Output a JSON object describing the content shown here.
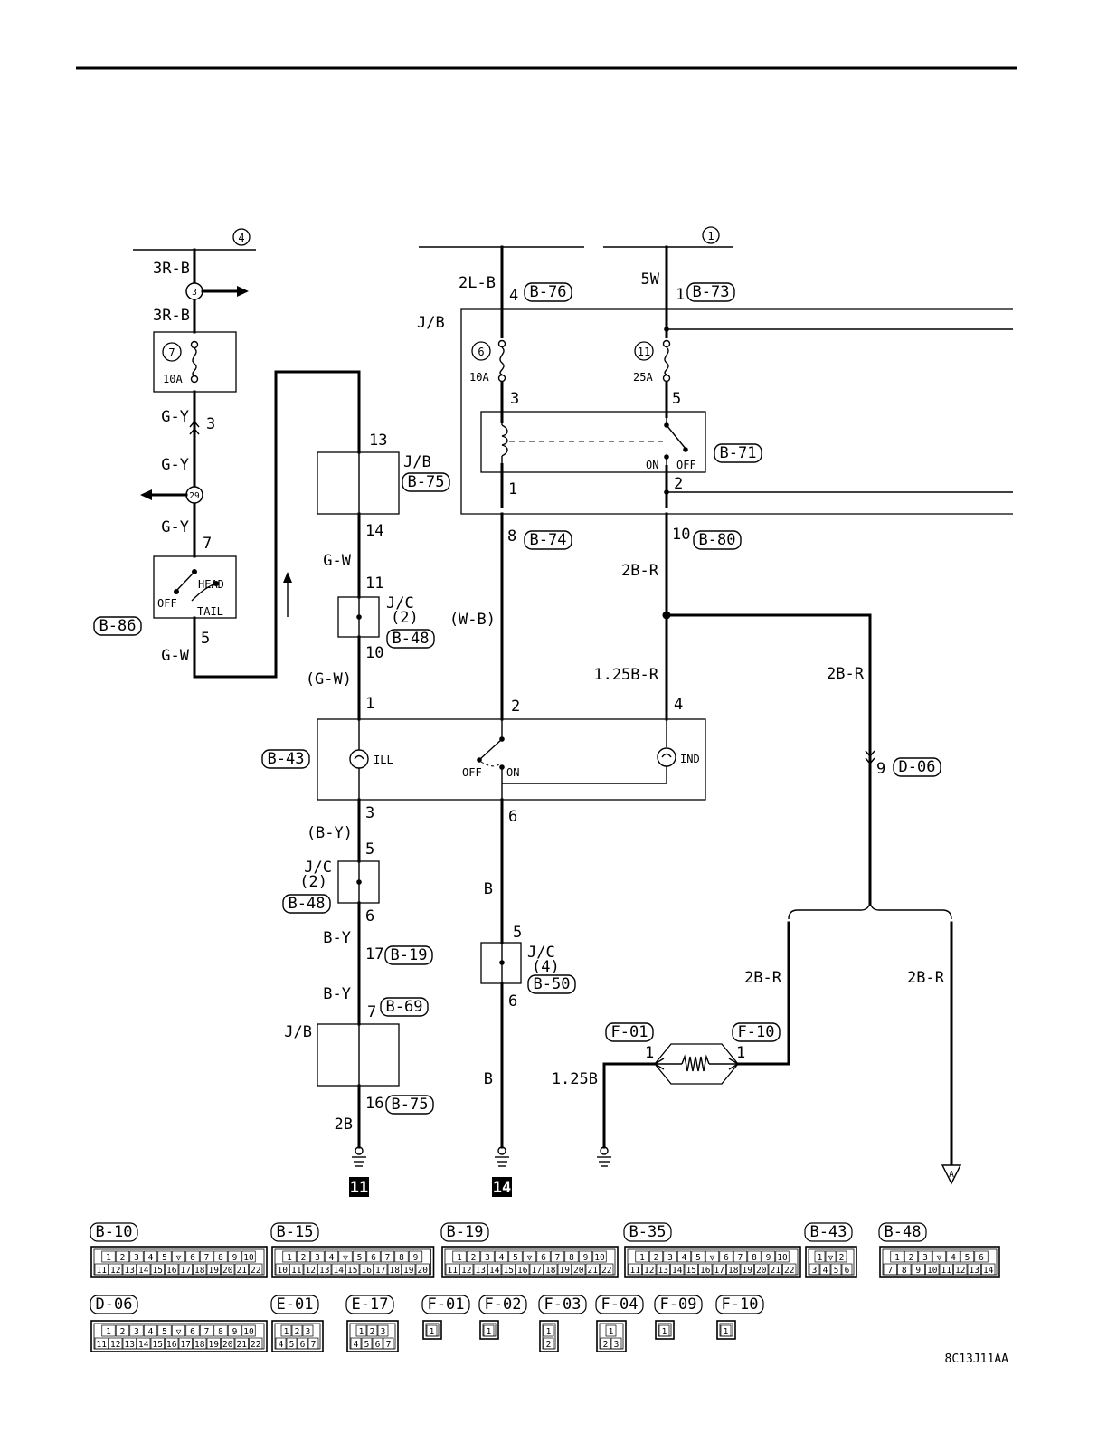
{
  "footer_code": "8C13J11AA",
  "wires": {
    "w1": "3R-B",
    "w2": "3R-B",
    "w3": "G-Y",
    "w4": "G-Y",
    "w5": "G-Y",
    "w6": "G-W",
    "w7": "2L-B",
    "w8": "5W",
    "w9": "G-W",
    "w10": "(G-W)",
    "w11": "(W-B)",
    "w12": "2B-R",
    "w13": "1.25B-R",
    "w14": "2B-R",
    "w15": "(B-Y)",
    "w16": "B-Y",
    "w17": "B-Y",
    "w18": "2B",
    "w19": "B",
    "w20": "B",
    "w21": "2B-R",
    "w22": "2B-R",
    "w23": "1.25B"
  },
  "connectors": {
    "b15": "B-15",
    "b86": "B-86",
    "b76": "B-76",
    "b73": "B-73",
    "b75a": "B-75",
    "b71": "B-71",
    "b74": "B-74",
    "b80": "B-80",
    "b48a": "B-48",
    "b43": "B-43",
    "d06": "D-06",
    "b48b": "B-48",
    "b19": "B-19",
    "b50": "B-50",
    "b69": "B-69",
    "b75b": "B-75",
    "f01": "F-01",
    "f10": "F-10"
  },
  "pins": {
    "p1": "3",
    "p2": "7",
    "p3": "5",
    "p4": "4",
    "p5": "1",
    "p6": "13",
    "p7": "14",
    "p8": "3",
    "p9": "5",
    "p10": "1",
    "p11": "2",
    "p12": "8",
    "p13": "10",
    "p14": "11",
    "p15": "10",
    "p16": "1",
    "p17": "2",
    "p18": "4",
    "p19": "3",
    "p20": "6",
    "p21": "9",
    "p22": "5",
    "p23": "6",
    "p24": "17",
    "p25": "7",
    "p26": "16",
    "p27": "5",
    "p28": "6",
    "p29": "1",
    "p30": "1"
  },
  "circles": {
    "c4": "4",
    "c1": "1",
    "c3": "3",
    "c29": "29",
    "c7": "7",
    "c6": "6",
    "c11": "11"
  },
  "fuses": {
    "f1": "10A",
    "f2": "10A",
    "f3": "25A"
  },
  "labels": {
    "jb1": "J/B",
    "jb2": "J/B",
    "jb3": "J/B",
    "jc2a": "J/C",
    "jc2a_n": "(2)",
    "jc2b": "J/C",
    "jc2b_n": "(2)",
    "jc4": "J/C",
    "jc4_n": "(4)",
    "head": "HEAD",
    "off_sw": "OFF",
    "tail": "TAIL",
    "relay_on": "ON",
    "relay_off": "OFF",
    "ill": "ILL",
    "ind": "IND",
    "sw_off": "OFF",
    "sw_on": "ON"
  },
  "grounds": {
    "g11": "11",
    "g14": "14"
  },
  "arrow_a": "A",
  "legend": {
    "row1": [
      {
        "tag": "B-10",
        "top": [
          "1",
          "2",
          "3",
          "4",
          "5",
          "▽",
          "6",
          "7",
          "8",
          "9",
          "10"
        ],
        "bot": [
          "11",
          "12",
          "13",
          "14",
          "15",
          "16",
          "17",
          "18",
          "19",
          "20",
          "21",
          "22"
        ]
      },
      {
        "tag": "B-15",
        "top": [
          "1",
          "2",
          "3",
          "4",
          "▽",
          "5",
          "6",
          "7",
          "8",
          "9"
        ],
        "bot": [
          "10",
          "11",
          "12",
          "13",
          "14",
          "15",
          "16",
          "17",
          "18",
          "19",
          "20"
        ]
      },
      {
        "tag": "B-19",
        "top": [
          "1",
          "2",
          "3",
          "4",
          "5",
          "▽",
          "6",
          "7",
          "8",
          "9",
          "10"
        ],
        "bot": [
          "11",
          "12",
          "13",
          "14",
          "15",
          "16",
          "17",
          "18",
          "19",
          "20",
          "21",
          "22"
        ]
      },
      {
        "tag": "B-35",
        "top": [
          "1",
          "2",
          "3",
          "4",
          "5",
          "▽",
          "6",
          "7",
          "8",
          "9",
          "10"
        ],
        "bot": [
          "11",
          "12",
          "13",
          "14",
          "15",
          "16",
          "17",
          "18",
          "19",
          "20",
          "21",
          "22"
        ]
      },
      {
        "tag": "B-43",
        "top": [
          "1",
          "▽",
          "2"
        ],
        "bot": [
          "3",
          "4",
          "5",
          "6"
        ]
      },
      {
        "tag": "B-48",
        "top": [
          "1",
          "2",
          "3",
          "▽",
          "4",
          "5",
          "6"
        ],
        "bot": [
          "7",
          "8",
          "9",
          "10",
          "11",
          "12",
          "13",
          "14"
        ]
      }
    ],
    "row2": [
      {
        "tag": "D-06",
        "top": [
          "1",
          "2",
          "3",
          "4",
          "5",
          "▽",
          "6",
          "7",
          "8",
          "9",
          "10"
        ],
        "bot": [
          "11",
          "12",
          "13",
          "14",
          "15",
          "16",
          "17",
          "18",
          "19",
          "20",
          "21",
          "22"
        ]
      },
      {
        "tag": "E-01",
        "top": [
          "1",
          "2",
          "3"
        ],
        "bot": [
          "4",
          "5",
          "6",
          "7"
        ]
      },
      {
        "tag": "E-17",
        "top": [
          "1",
          "2",
          "3"
        ],
        "bot": [
          "4",
          "5",
          "6",
          "7"
        ]
      },
      {
        "tag": "F-01",
        "top": [
          "1"
        ],
        "bot": []
      },
      {
        "tag": "F-02",
        "top": [
          "1"
        ],
        "bot": []
      },
      {
        "tag": "F-03",
        "top": [
          "1"
        ],
        "bot": [
          "2"
        ]
      },
      {
        "tag": "F-04",
        "top": [
          "1"
        ],
        "bot": [
          "2",
          "3"
        ]
      },
      {
        "tag": "F-09",
        "top": [
          "1"
        ],
        "bot": []
      },
      {
        "tag": "F-10",
        "top": [
          "1"
        ],
        "bot": []
      }
    ]
  }
}
